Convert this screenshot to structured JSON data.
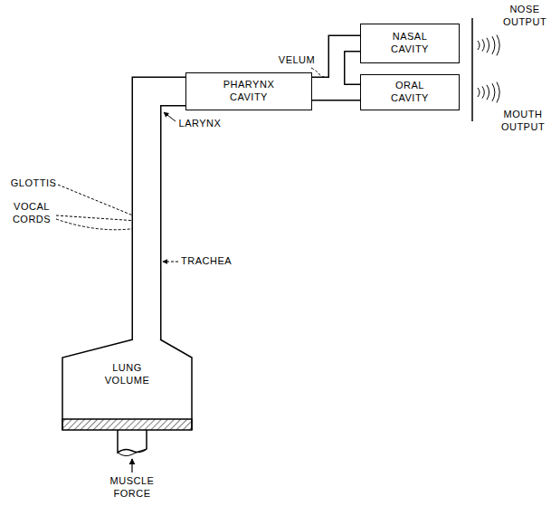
{
  "diagram": {
    "nodes": [
      {
        "text": [
          "LUNG VOLUME"
        ]
      },
      {
        "text": [
          "PHARYNX CAVITY"
        ]
      },
      {
        "text": [
          "NASAL CAVITY"
        ]
      },
      {
        "text": [
          "ORAL CAVITY"
        ]
      }
    ],
    "edges": [
      {
        "from": 0,
        "to": 1,
        "arrow": "none"
      },
      {
        "from": 1,
        "to": 2,
        "arrow": "none"
      },
      {
        "from": 1,
        "to": 3,
        "arrow": "none"
      }
    ],
    "labels": [
      "NOSE OUTPUT",
      "VELUM",
      "MOUTH OUTPUT",
      "GLOTTIS",
      "VOCAL CORDS",
      "LARYNX",
      "TRACHEA",
      "MUSCLE FORCE"
    ]
  }
}
